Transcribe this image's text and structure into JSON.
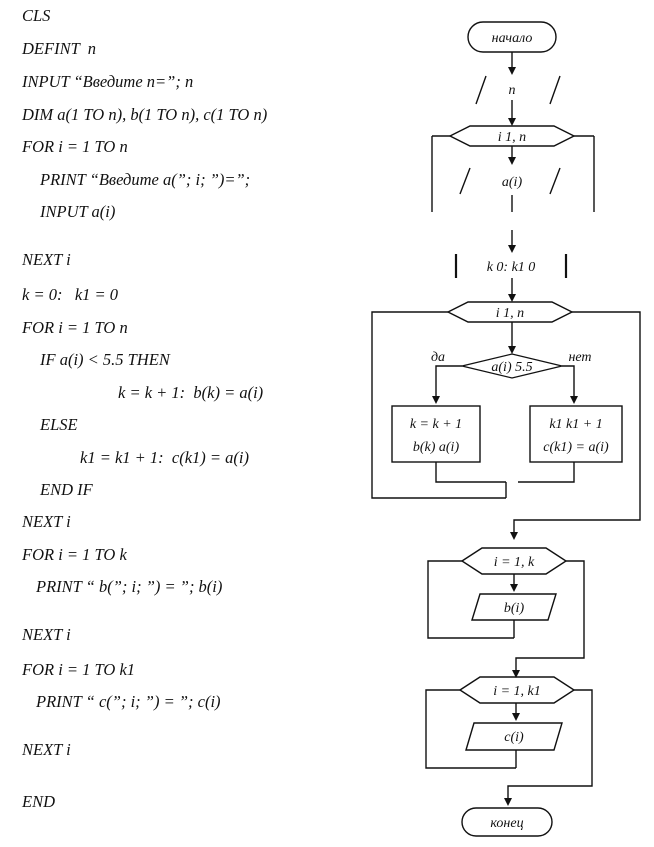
{
  "code": [
    "CLS",
    "DEFINT  n",
    "INPUT “Введите n=”; n",
    "DIM a(1 TO n), b(1 TO n), c(1 TO n)",
    "FOR i = 1 TO n",
    "PRINT “Введите a(”; i; ”)=”;",
    "INPUT a(i)",
    "NEXT i",
    "k = 0:   k1 = 0",
    "FOR i = 1 TO n",
    "IF a(i) < 5.5 THEN",
    "k = k + 1:  b(k) = a(i)",
    "ELSE",
    "k1 = k1 + 1:  c(k1) = a(i)",
    "END IF",
    "NEXT i",
    "FOR i = 1 TO k",
    "PRINT “ b(”; i; ”) = ”; b(i)",
    "NEXT i",
    "FOR i = 1 TO k1",
    "PRINT “ c(”; i; ”) = ”; c(i)",
    "NEXT i",
    "END"
  ],
  "flowchart": {
    "start_label": "начало",
    "input_n": "n",
    "loop1": "i   1, n",
    "input_a": "a(i)",
    "init": "k   0:  k1    0",
    "loop2": "i    1, n",
    "condition": "a(i)   5.5",
    "yes_label": "да",
    "no_label": "нет",
    "yes_line1": "k = k + 1",
    "yes_line2": "b(k)    a(i)",
    "no_line1": "k1    k1 + 1",
    "no_line2": "c(k1) = a(i)",
    "loop3": "i = 1, k",
    "output_b": "b(i)",
    "loop4": "i = 1, k1",
    "output_c": "c(i)",
    "end_label": "конец"
  }
}
